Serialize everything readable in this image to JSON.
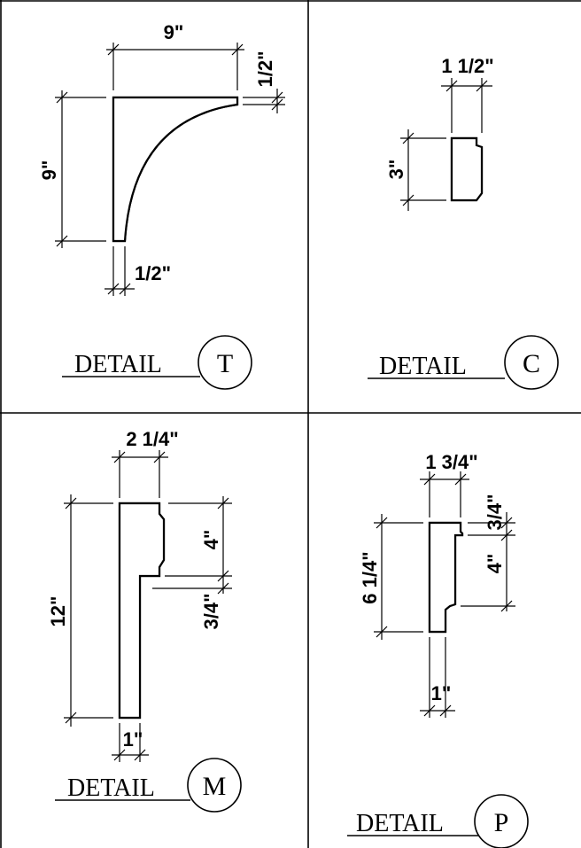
{
  "details": [
    {
      "letter": "T",
      "label": "DETAIL",
      "dims": {
        "width": "9\"",
        "height": "9\"",
        "top_thickness": "1/2\"",
        "bottom_thickness": "1/2\""
      }
    },
    {
      "letter": "C",
      "label": "DETAIL",
      "dims": {
        "width": "1 1/2\"",
        "height": "3\""
      }
    },
    {
      "letter": "M",
      "label": "DETAIL",
      "dims": {
        "width": "2 1/4\"",
        "height": "12\"",
        "upper": "4\"",
        "step": "3/4\"",
        "bottom": "1\""
      }
    },
    {
      "letter": "P",
      "label": "DETAIL",
      "dims": {
        "width": "1 3/4\"",
        "height": "6 1/4\"",
        "upper": "3/4\"",
        "middle": "4\"",
        "bottom": "1\""
      }
    }
  ]
}
